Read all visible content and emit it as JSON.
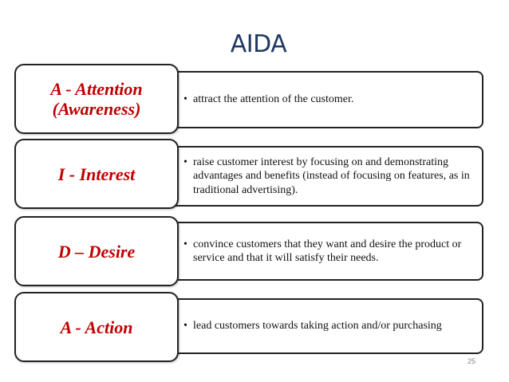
{
  "title": "AIDA",
  "rows": [
    {
      "label": "A - Attention (Awareness)",
      "label_lines": [
        "A - Attention",
        "(Awareness)"
      ],
      "description": "attract the attention of the customer."
    },
    {
      "label": "I - Interest",
      "label_lines": [
        "I - Interest"
      ],
      "description": "raise customer interest by focusing on and demonstrating advantages and benefits (instead of focusing on features, as in traditional advertising)."
    },
    {
      "label": "D – Desire",
      "label_lines": [
        "D – Desire"
      ],
      "description": "convince customers that they want and desire the product or service and that it will satisfy their needs."
    },
    {
      "label": "A - Action",
      "label_lines": [
        "A - Action"
      ],
      "description": "lead customers towards taking action and/or purchasing"
    }
  ],
  "bullet_char": "•",
  "page_number": "25",
  "colors": {
    "title": "#1f3864",
    "label": "#c00000",
    "border": "#222222"
  }
}
